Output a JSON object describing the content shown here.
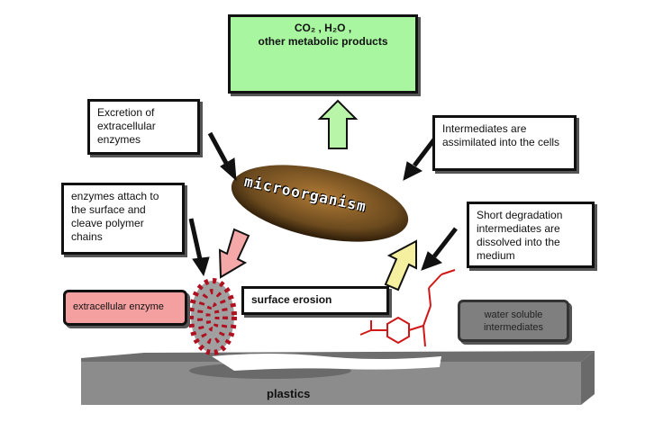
{
  "products": {
    "line1": "CO₂ ,  H₂O ,",
    "line2": "other metabolic products"
  },
  "excretion": "Excretion of extracellular enzymes",
  "assimilated": "Intermediates are assimilated into the cells",
  "attach": "enzymes attach to the surface and cleave polymer chains",
  "short_degradation": "Short degradation intermediates are dissolved into the medium",
  "microorganism": "microorganism",
  "extracellular_enzyme": "extracellular enzyme",
  "surface_erosion": "surface erosion",
  "water_soluble": "water soluble intermediates",
  "plastics": "plastics",
  "colors": {
    "products_box": "#a8f7a0",
    "enzyme_box": "#f5a0a0",
    "water_box": "#7f7f7f",
    "plastic": "#8c8c8c",
    "microbe": "#6b4a1e",
    "up_arrow": "#b8f5a8",
    "down_arrow": "#f5a8a8",
    "yellow_arrow": "#f5f0a0"
  }
}
